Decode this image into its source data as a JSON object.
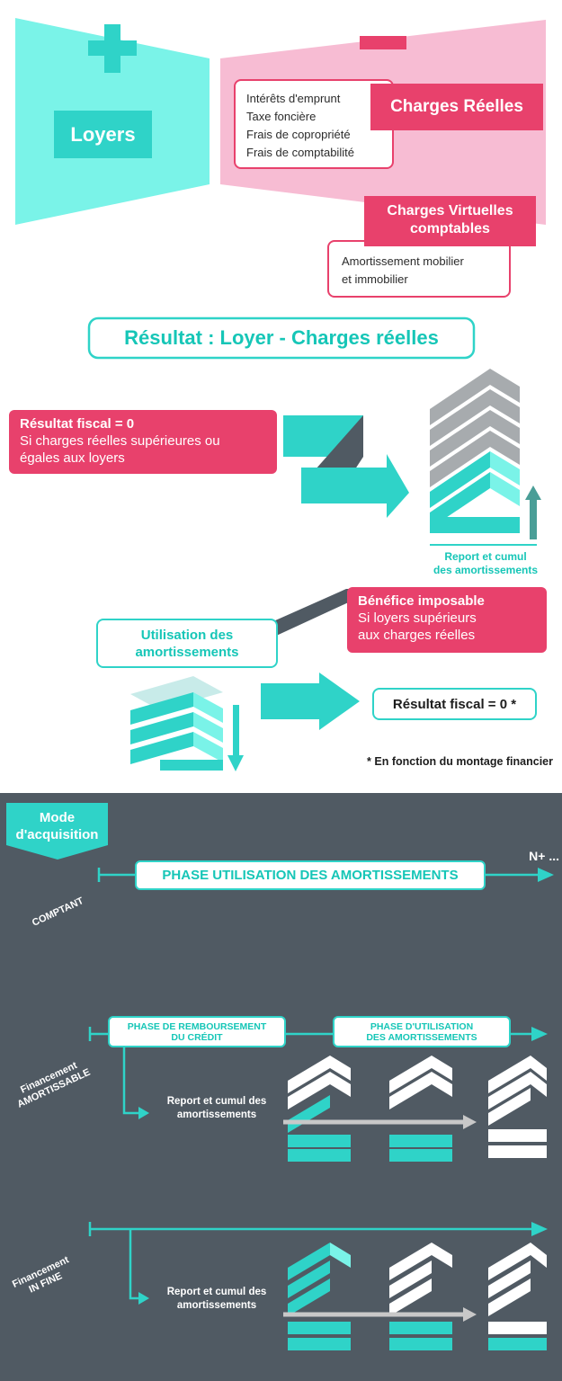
{
  "colors": {
    "teal": "#2fd3c8",
    "teal_light": "#7af3e8",
    "pink": "#e8416c",
    "pink_light": "#f7bcd3",
    "dark": "#505a63",
    "grey_building": "#a7abae"
  },
  "top": {
    "plus_icon": "plus-icon",
    "minus_icon": "minus-icon",
    "loyers": "Loyers",
    "charges_reelles": "Charges Réelles",
    "charges_reelles_items": [
      "Intérêts d'emprunt",
      "Taxe foncière",
      "Frais de copropriété",
      "Frais de comptabilité"
    ],
    "charges_virtuelles_line1": "Charges Virtuelles",
    "charges_virtuelles_line2": "comptables",
    "amortissement_line1": "Amortissement mobilier",
    "amortissement_line2": "et immobilier"
  },
  "resultat_title": "Résultat : Loyer - Charges réelles",
  "middle": {
    "fiscal_zero_title": "Résultat fiscal = 0",
    "fiscal_zero_line1": "Si charges réelles supérieures ou",
    "fiscal_zero_line2": "égales aux loyers",
    "report_line1": "Report et cumul",
    "report_line2": "des amortissements",
    "benefice_title": "Bénéfice imposable",
    "benefice_line1": "Si loyers supérieurs",
    "benefice_line2": "aux charges réelles",
    "utilisation_line1": "Utilisation des",
    "utilisation_line2": "amortissements",
    "fiscal_zero_star": "Résultat fiscal = 0 *",
    "footnote": "* En fonction du montage financier"
  },
  "bottom": {
    "mode_line1": "Mode",
    "mode_line2": "d'acquisition",
    "n_plus": "N+ ...",
    "comptant": "COMPTANT",
    "phase_utilisation": "PHASE UTILISATION DES AMORTISSEMENTS",
    "financement_amort_line1": "Financement",
    "financement_amort_line2": "AMORTISSABLE",
    "phase_remboursement_line1": "PHASE DE REMBOURSEMENT",
    "phase_remboursement_line2": "DU CRÉDIT",
    "phase_utilisation2_line1": "PHASE D'UTILISATION",
    "phase_utilisation2_line2": "DES AMORTISSEMENTS",
    "report_line1": "Report  et cumul des",
    "report_line2": "amortissements",
    "financement_infine_line1": "Financement",
    "financement_infine_line2": "IN FINE",
    "report2_line1": "Report  et cumul des",
    "report2_line2": "amortissements"
  }
}
